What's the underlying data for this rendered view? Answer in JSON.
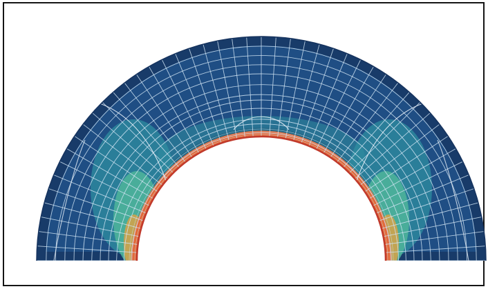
{
  "figure": {
    "kind": "finite-element mesh, half-annulus, stress contour",
    "colors": {
      "frame": "#141414",
      "low": "#1f4e84",
      "low_dark": "#16335e",
      "mid": "#2f8fa0",
      "mid_high": "#4fb59a",
      "high": "#c9a34f",
      "peak": "#e26a3a",
      "peak_edge": "#c0392b",
      "mesh": "#cfe3f2",
      "contour": "#e8f0f8"
    },
    "mesh": {
      "radial_divisions": 12,
      "angular_divisions": 48
    }
  }
}
